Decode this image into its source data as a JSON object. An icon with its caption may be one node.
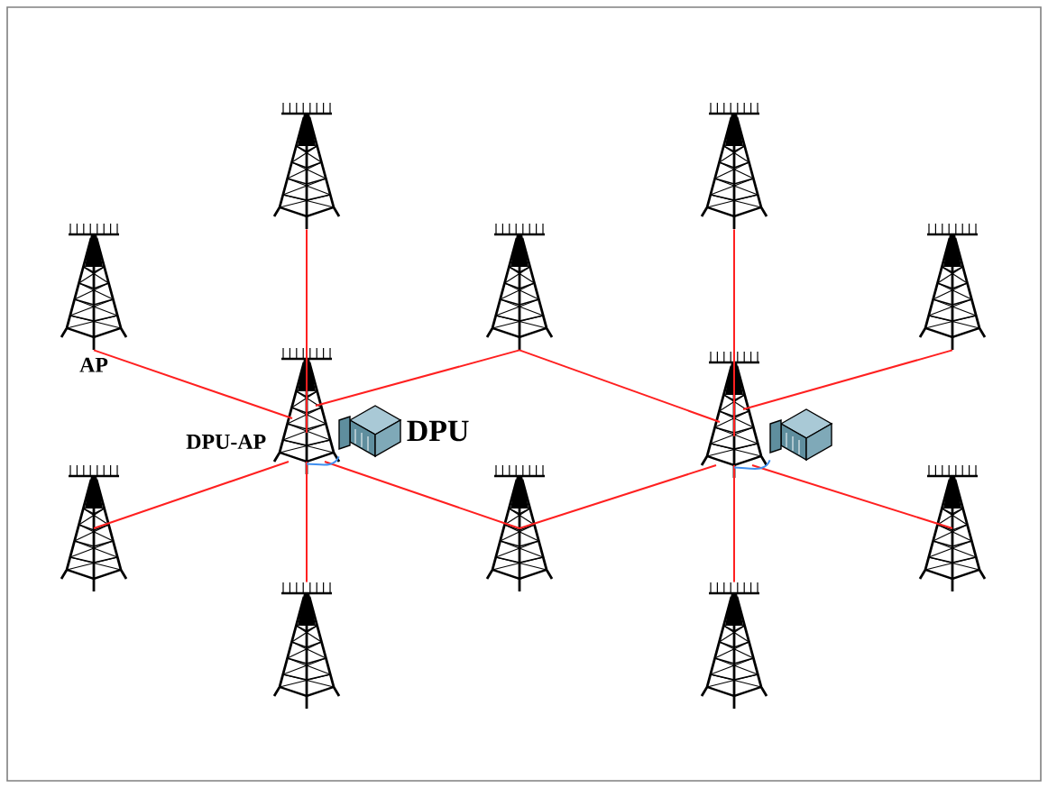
{
  "diagram": {
    "nodes": [
      {
        "text": [],
        "shape": "tower"
      },
      {
        "text": [],
        "shape": "tower"
      },
      {
        "text": [],
        "shape": "tower",
        "beside": [
          "AP"
        ]
      },
      {
        "text": [],
        "shape": "tower"
      },
      {
        "text": [],
        "shape": "tower"
      },
      {
        "text": [],
        "shape": "tower",
        "beside": [
          "DPU-AP"
        ]
      },
      {
        "text": [],
        "shape": "server",
        "beside": [
          "DPU"
        ]
      },
      {
        "text": [],
        "shape": "tower"
      },
      {
        "text": [],
        "shape": "server"
      },
      {
        "text": [],
        "shape": "tower"
      },
      {
        "text": [],
        "shape": "tower"
      },
      {
        "text": [],
        "shape": "tower"
      },
      {
        "text": [],
        "shape": "tower"
      },
      {
        "text": [],
        "shape": "tower"
      }
    ],
    "edges": [
      {
        "from": 0,
        "to": 5,
        "arrow": "none"
      },
      {
        "from": 2,
        "to": 5,
        "arrow": "none"
      },
      {
        "from": 3,
        "to": 5,
        "arrow": "none"
      },
      {
        "from": 9,
        "to": 5,
        "arrow": "none"
      },
      {
        "from": 12,
        "to": 5,
        "arrow": "none"
      },
      {
        "from": 10,
        "to": 5,
        "arrow": "none"
      },
      {
        "from": 6,
        "to": 5,
        "arrow": "none",
        "color": "#3f8fef"
      },
      {
        "from": 1,
        "to": 7,
        "arrow": "none"
      },
      {
        "from": 3,
        "to": 7,
        "arrow": "none"
      },
      {
        "from": 4,
        "to": 7,
        "arrow": "none"
      },
      {
        "from": 11,
        "to": 7,
        "arrow": "none"
      },
      {
        "from": 13,
        "to": 7,
        "arrow": "none"
      },
      {
        "from": 10,
        "to": 7,
        "arrow": "none"
      },
      {
        "from": 8,
        "to": 7,
        "arrow": "none",
        "color": "#3f8fef"
      }
    ]
  }
}
